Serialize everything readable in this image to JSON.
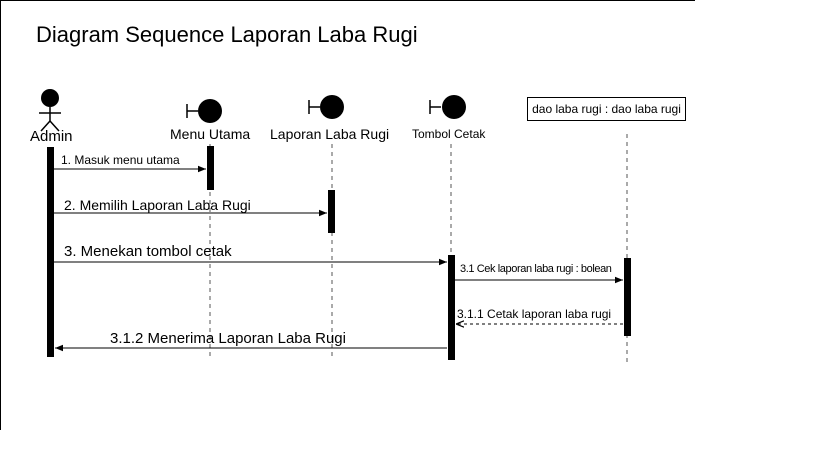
{
  "title": "Diagram Sequence Laporan Laba Rugi",
  "lifelines": {
    "admin": "Admin",
    "menu_utama": "Menu Utama",
    "laporan_laba_rugi": "Laporan Laba Rugi",
    "tombol_cetak": "Tombol Cetak",
    "dao": "dao laba rugi : dao laba rugi"
  },
  "messages": {
    "m1": "1. Masuk menu utama",
    "m2": "2. Memilih Laporan Laba Rugi",
    "m3": "3. Menekan tombol cetak",
    "m31": "3.1 Cek laporan laba rugi : bolean",
    "m311": "3.1.1 Cetak laporan laba rugi",
    "m312": "3.1.2 Menerima Laporan Laba Rugi"
  }
}
